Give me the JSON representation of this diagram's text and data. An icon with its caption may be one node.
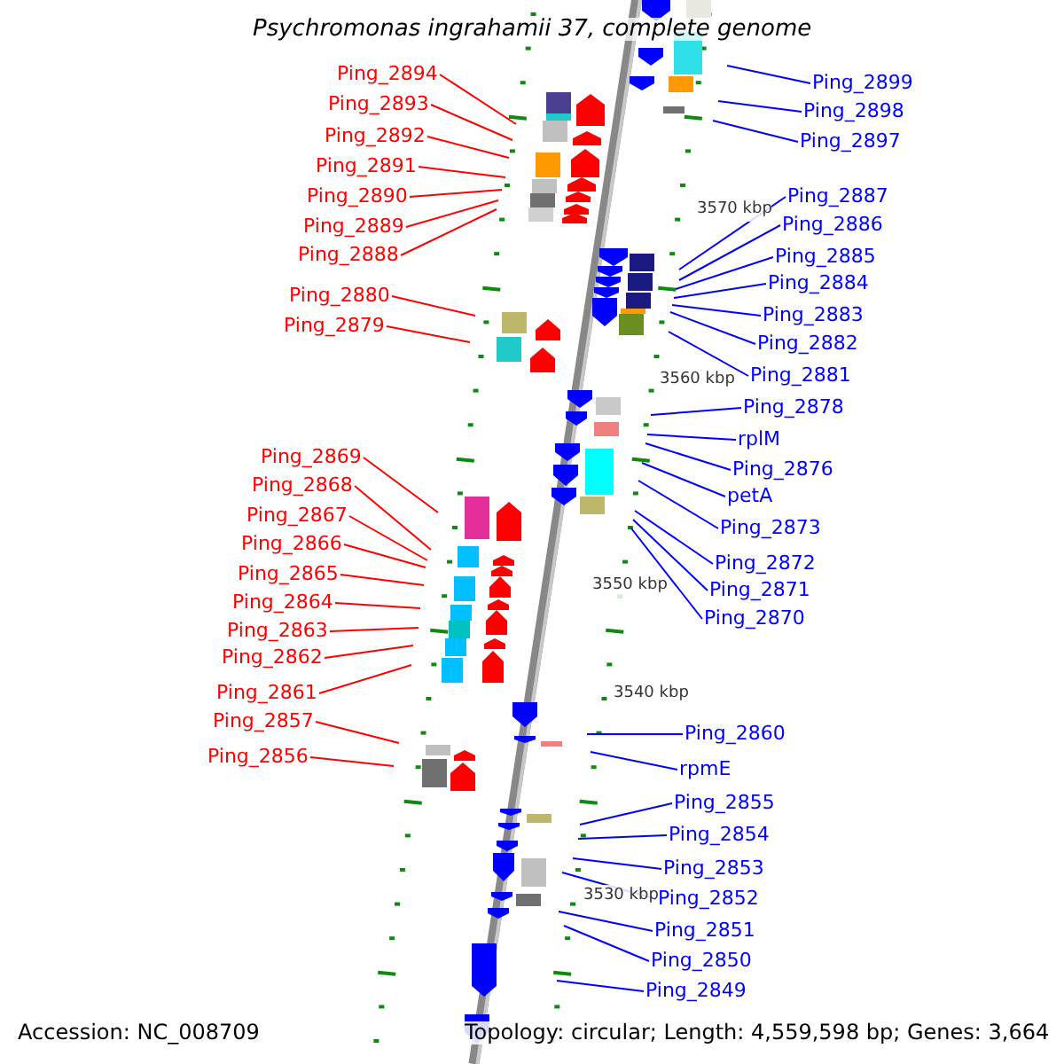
{
  "diagram": {
    "title": "Psychromonas ingrahamii 37, complete genome",
    "nodes": [
      {
        "text": [
          "Ping_2894"
        ]
      },
      {
        "text": [
          "Ping_2893"
        ]
      },
      {
        "text": [
          "Ping_2892"
        ]
      },
      {
        "text": [
          "Ping_2891"
        ]
      },
      {
        "text": [
          "Ping_2890"
        ]
      },
      {
        "text": [
          "Ping_2889"
        ]
      },
      {
        "text": [
          "Ping_2888"
        ]
      },
      {
        "text": [
          "Ping_2880"
        ]
      },
      {
        "text": [
          "Ping_2879"
        ]
      },
      {
        "text": [
          "Ping_2869"
        ]
      },
      {
        "text": [
          "Ping_2868"
        ]
      },
      {
        "text": [
          "Ping_2867"
        ]
      },
      {
        "text": [
          "Ping_2866"
        ]
      },
      {
        "text": [
          "Ping_2865"
        ]
      },
      {
        "text": [
          "Ping_2864"
        ]
      },
      {
        "text": [
          "Ping_2863"
        ]
      },
      {
        "text": [
          "Ping_2862"
        ]
      },
      {
        "text": [
          "Ping_2861"
        ]
      },
      {
        "text": [
          "Ping_2857"
        ]
      },
      {
        "text": [
          "Ping_2856"
        ]
      },
      {
        "text": [
          "Ping_2899"
        ]
      },
      {
        "text": [
          "Ping_2898"
        ]
      },
      {
        "text": [
          "Ping_2897"
        ]
      },
      {
        "text": [
          "Ping_2887"
        ]
      },
      {
        "text": [
          "Ping_2886"
        ]
      },
      {
        "text": [
          "Ping_2885"
        ]
      },
      {
        "text": [
          "Ping_2884"
        ]
      },
      {
        "text": [
          "Ping_2883"
        ]
      },
      {
        "text": [
          "Ping_2882"
        ]
      },
      {
        "text": [
          "Ping_2881"
        ]
      },
      {
        "text": [
          "Ping_2878"
        ]
      },
      {
        "text": [
          "rplM"
        ]
      },
      {
        "text": [
          "Ping_2876"
        ]
      },
      {
        "text": [
          "petA"
        ]
      },
      {
        "text": [
          "Ping_2873"
        ]
      },
      {
        "text": [
          "Ping_2872"
        ]
      },
      {
        "text": [
          "Ping_2871"
        ]
      },
      {
        "text": [
          "Ping_2870"
        ]
      },
      {
        "text": [
          "Ping_2860"
        ]
      },
      {
        "text": [
          "rpmE"
        ]
      },
      {
        "text": [
          "Ping_2855"
        ]
      },
      {
        "text": [
          "Ping_2854"
        ]
      },
      {
        "text": [
          "Ping_2853"
        ]
      },
      {
        "text": [
          "Ping_2852"
        ]
      },
      {
        "text": [
          "Ping_2851"
        ]
      },
      {
        "text": [
          "Ping_2850"
        ]
      },
      {
        "text": [
          "Ping_2849"
        ]
      }
    ],
    "edges": [
      {
        "from": 0,
        "to": null,
        "arrow": "none",
        "color": "#ff0000"
      },
      {
        "from": 1,
        "to": null,
        "arrow": "none",
        "color": "#ff0000"
      },
      {
        "from": 2,
        "to": null,
        "arrow": "none",
        "color": "#ff0000"
      },
      {
        "from": 3,
        "to": null,
        "arrow": "none",
        "color": "#ff0000"
      },
      {
        "from": 4,
        "to": null,
        "arrow": "none",
        "color": "#ff0000"
      },
      {
        "from": 5,
        "to": null,
        "arrow": "none",
        "color": "#ff0000"
      },
      {
        "from": 6,
        "to": null,
        "arrow": "none",
        "color": "#ff0000"
      },
      {
        "from": 7,
        "to": null,
        "arrow": "none",
        "color": "#ff0000"
      },
      {
        "from": 8,
        "to": null,
        "arrow": "none",
        "color": "#ff0000"
      },
      {
        "from": 9,
        "to": null,
        "arrow": "none",
        "color": "#ff0000"
      },
      {
        "from": 10,
        "to": null,
        "arrow": "none",
        "color": "#ff0000"
      },
      {
        "from": 11,
        "to": null,
        "arrow": "none",
        "color": "#ff0000"
      },
      {
        "from": 12,
        "to": null,
        "arrow": "none",
        "color": "#ff0000"
      },
      {
        "from": 13,
        "to": null,
        "arrow": "none",
        "color": "#ff0000"
      },
      {
        "from": 14,
        "to": null,
        "arrow": "none",
        "color": "#ff0000"
      },
      {
        "from": 15,
        "to": null,
        "arrow": "none",
        "color": "#ff0000"
      },
      {
        "from": 16,
        "to": null,
        "arrow": "none",
        "color": "#ff0000"
      },
      {
        "from": 17,
        "to": null,
        "arrow": "none",
        "color": "#ff0000"
      },
      {
        "from": 18,
        "to": null,
        "arrow": "none",
        "color": "#ff0000"
      },
      {
        "from": 19,
        "to": null,
        "arrow": "none",
        "color": "#ff0000"
      },
      {
        "from": 20,
        "to": null,
        "arrow": "none"
      },
      {
        "from": 21,
        "to": null,
        "arrow": "none"
      },
      {
        "from": 22,
        "to": null,
        "arrow": "none"
      },
      {
        "from": 23,
        "to": null,
        "arrow": "none"
      },
      {
        "from": 24,
        "to": null,
        "arrow": "none"
      },
      {
        "from": 25,
        "to": null,
        "arrow": "none"
      },
      {
        "from": 26,
        "to": null,
        "arrow": "none"
      },
      {
        "from": 27,
        "to": null,
        "arrow": "none"
      },
      {
        "from": 28,
        "to": null,
        "arrow": "none"
      },
      {
        "from": 29,
        "to": null,
        "arrow": "none"
      },
      {
        "from": 30,
        "to": null,
        "arrow": "none"
      },
      {
        "from": 31,
        "to": null,
        "arrow": "none"
      },
      {
        "from": 32,
        "to": null,
        "arrow": "none"
      },
      {
        "from": 33,
        "to": null,
        "arrow": "none"
      },
      {
        "from": 34,
        "to": null,
        "arrow": "none"
      },
      {
        "from": 35,
        "to": null,
        "arrow": "none"
      },
      {
        "from": 36,
        "to": null,
        "arrow": "none"
      },
      {
        "from": 37,
        "to": null,
        "arrow": "none"
      },
      {
        "from": 38,
        "to": null,
        "arrow": "none"
      },
      {
        "from": 39,
        "to": null,
        "arrow": "none"
      },
      {
        "from": 40,
        "to": null,
        "arrow": "none"
      },
      {
        "from": 41,
        "to": null,
        "arrow": "none"
      },
      {
        "from": 42,
        "to": null,
        "arrow": "none"
      },
      {
        "from": 43,
        "to": null,
        "arrow": "none"
      },
      {
        "from": 44,
        "to": null,
        "arrow": "none"
      },
      {
        "from": 45,
        "to": null,
        "arrow": "none"
      },
      {
        "from": 46,
        "to": null,
        "arrow": "none"
      }
    ],
    "labels": [
      "3570 kbp",
      "3560 kbp",
      "3550 kbp",
      "3540 kbp",
      "3530 kbp",
      "Accession: NC_008709",
      "Topology: circular; Length: 4,559,598 bp; Genes: 3,664"
    ]
  }
}
